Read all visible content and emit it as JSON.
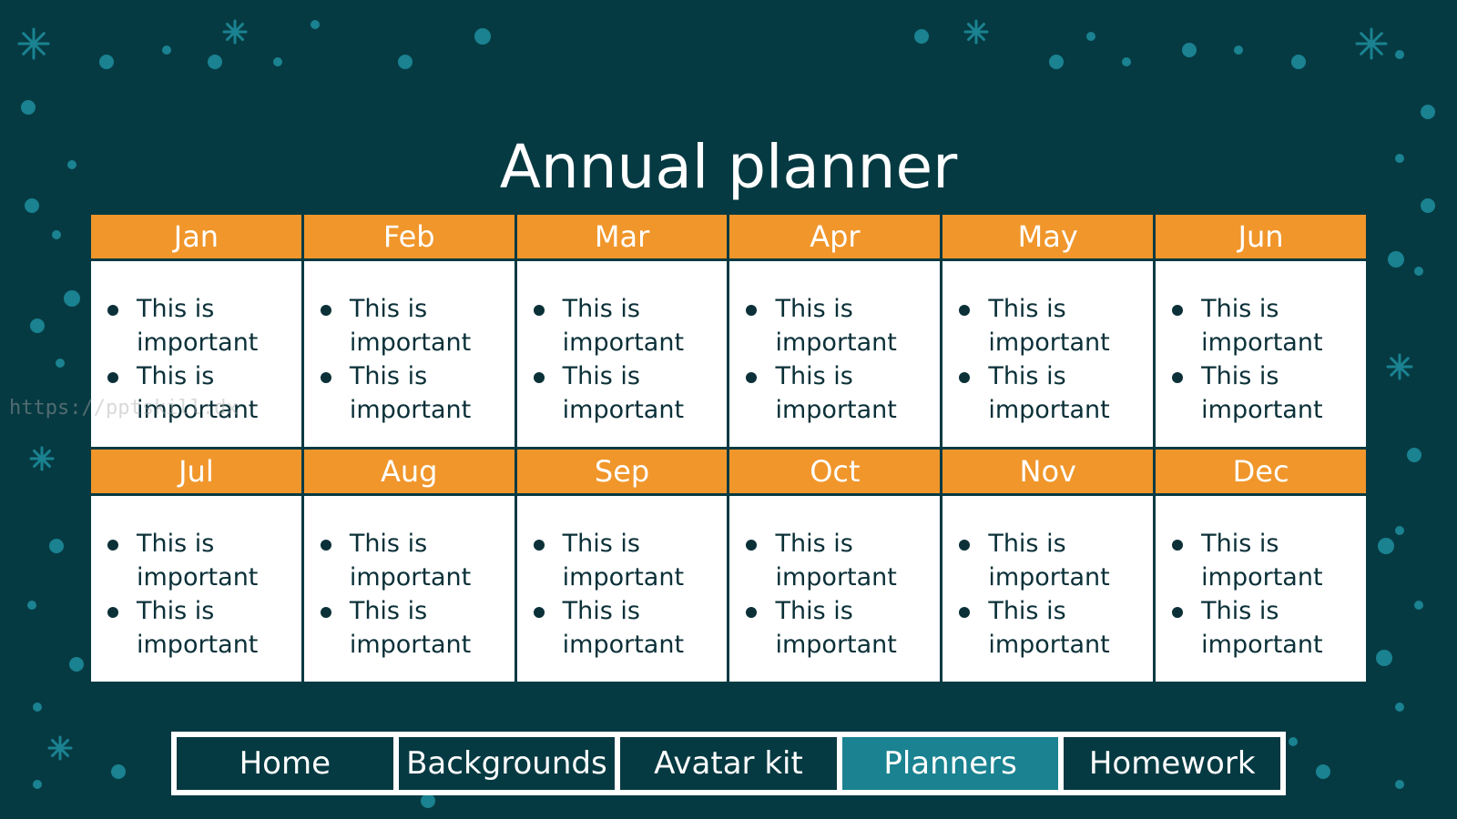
{
  "title": "Annual planner",
  "watermark": "https://pptskill.dx",
  "colors": {
    "background": "#063a42",
    "header": "#f0962b",
    "cell": "#ffffff",
    "accent": "#1a8290",
    "decor": "#1a8290"
  },
  "months": [
    {
      "name": "Jan",
      "items": [
        "This is important",
        "This is important"
      ]
    },
    {
      "name": "Feb",
      "items": [
        "This is important",
        "This is important"
      ]
    },
    {
      "name": "Mar",
      "items": [
        "This is important",
        "This is important"
      ]
    },
    {
      "name": "Apr",
      "items": [
        "This is important",
        "This is important"
      ]
    },
    {
      "name": "May",
      "items": [
        "This is important",
        "This is important"
      ]
    },
    {
      "name": "Jun",
      "items": [
        "This is important",
        "This is important"
      ]
    },
    {
      "name": "Jul",
      "items": [
        "This is important",
        "This is important"
      ]
    },
    {
      "name": "Aug",
      "items": [
        "This is important",
        "This is important"
      ]
    },
    {
      "name": "Sep",
      "items": [
        "This is important",
        "This is important"
      ]
    },
    {
      "name": "Oct",
      "items": [
        "This is important",
        "This is important"
      ]
    },
    {
      "name": "Nov",
      "items": [
        "This is important",
        "This is important"
      ]
    },
    {
      "name": "Dec",
      "items": [
        "This is important",
        "This is important"
      ]
    }
  ],
  "nav": [
    {
      "label": "Home"
    },
    {
      "label": "Backgrounds"
    },
    {
      "label": "Avatar kit"
    },
    {
      "label": "Planners",
      "active": true
    },
    {
      "label": "Homework"
    }
  ]
}
